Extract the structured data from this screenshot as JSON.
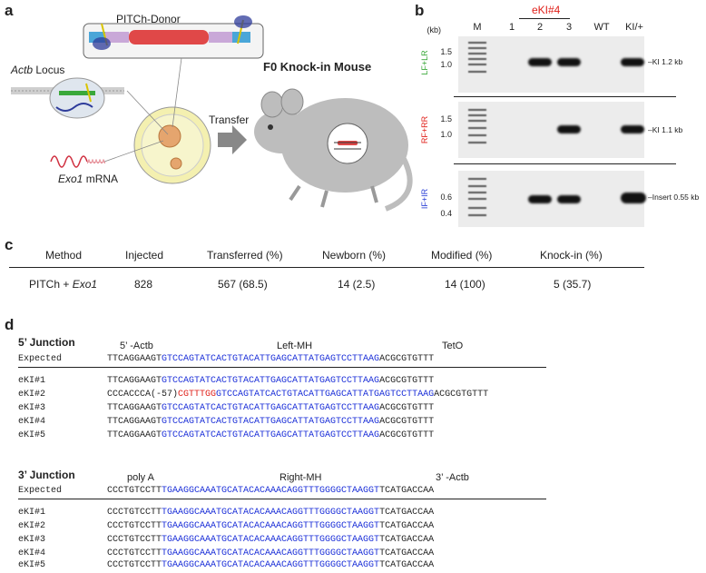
{
  "panels": {
    "a": "a",
    "b": "b",
    "c": "c",
    "d": "d"
  },
  "panel_a": {
    "donor_label": "PITCh-Donor",
    "locus_label": "Actb Locus",
    "locus_italic": "Actb",
    "locus_rest": " Locus",
    "mrna_italic": "Exo1",
    "mrna_rest": " mRNA",
    "polya": "AAAAA",
    "transfer_label": "Transfer",
    "mouse_title": "F0 Knock-in Mouse"
  },
  "panel_b": {
    "header_top": "eKI#4",
    "lanes": [
      "M",
      "1",
      "2",
      "3",
      "WT",
      "KI/+"
    ],
    "kb_label": "(kb)",
    "rows": [
      {
        "label": "LF+LR",
        "color": "#3aa83a",
        "markers": [
          "1.5",
          "1.0"
        ],
        "annotation": "KI 1.2 kb"
      },
      {
        "label": "RF+RR",
        "color": "#e0201a",
        "markers": [
          "1.5",
          "1.0"
        ],
        "annotation": "KI 1.1 kb"
      },
      {
        "label": "IF+IR",
        "color": "#2a3fd6",
        "markers": [
          "0.6",
          "0.4"
        ],
        "annotation": "Insert 0.55 kb"
      }
    ]
  },
  "panel_c": {
    "headers": [
      "Method",
      "Injected",
      "Transferred (%)",
      "Newborn (%)",
      "Modified (%)",
      "Knock-in (%)"
    ],
    "method_prefix": "PITCh + ",
    "method_italic": "Exo1",
    "values": [
      "828",
      "567 (68.5)",
      "14 (2.5)",
      "14 (100)",
      "5 (35.7)"
    ]
  },
  "panel_d": {
    "j5": {
      "title": "5’ Junction",
      "labels": [
        "5’ -Actb",
        "Left-MH",
        "TetO"
      ],
      "expected": {
        "name": "Expected",
        "pre": "TTCAGGAAGT",
        "mh": "GTCCAGTATCACTGTACATTGAGCATTATGAGTCCTTAAG",
        "post": "ACGCGTGTTT"
      },
      "rows": [
        {
          "name": "eKI#1",
          "pre": "TTCAGGAAGT",
          "ins": "",
          "mh": "GTCCAGTATCACTGTACATTGAGCATTATGAGTCCTTAAG",
          "post": "ACGCGTGTTT"
        },
        {
          "name": "eKI#2",
          "pre": "CCCACCCA(-57)",
          "ins": "CGTTTGG",
          "mh": "GTCCAGTATCACTGTACATTGAGCATTATGAGTCCTTAAG",
          "post": "ACGCGTGTTT"
        },
        {
          "name": "eKI#3",
          "pre": "TTCAGGAAGT",
          "ins": "",
          "mh": "GTCCAGTATCACTGTACATTGAGCATTATGAGTCCTTAAG",
          "post": "ACGCGTGTTT"
        },
        {
          "name": "eKI#4",
          "pre": "TTCAGGAAGT",
          "ins": "",
          "mh": "GTCCAGTATCACTGTACATTGAGCATTATGAGTCCTTAAG",
          "post": "ACGCGTGTTT"
        },
        {
          "name": "eKI#5",
          "pre": "TTCAGGAAGT",
          "ins": "",
          "mh": "GTCCAGTATCACTGTACATTGAGCATTATGAGTCCTTAAG",
          "post": "ACGCGTGTTT"
        }
      ]
    },
    "j3": {
      "title": "3’ Junction",
      "labels": [
        "poly A",
        "Right-MH",
        "3’ -Actb"
      ],
      "expected": {
        "name": "Expected",
        "pre": "CCCTGTCCTT",
        "mh": "TGAAGGCAAATGCATACACAAACAGGTTTGGGGCTAAGGT",
        "post": "TCATGACCAA"
      },
      "rows": [
        {
          "name": "eKI#1",
          "pre": "CCCTGTCCTT",
          "mh": "TGAAGGCAAATGCATACACAAACAGGTTTGGGGCTAAGGT",
          "post": "TCATGACCAA"
        },
        {
          "name": "eKI#2",
          "pre": "CCCTGTCCTT",
          "mh": "TGAAGGCAAATGCATACACAAACAGGTTTGGGGCTAAGGT",
          "post": "TCATGACCAA"
        },
        {
          "name": "eKI#3",
          "pre": "CCCTGTCCTT",
          "mh": "TGAAGGCAAATGCATACACAAACAGGTTTGGGGCTAAGGT",
          "post": "TCATGACCAA"
        },
        {
          "name": "eKI#4",
          "pre": "CCCTGTCCTT",
          "mh": "TGAAGGCAAATGCATACACAAACAGGTTTGGGGCTAAGGT",
          "post": "TCATGACCAA"
        },
        {
          "name": "eKI#5",
          "pre": "CCCTGTCCTT",
          "mh": "TGAAGGCAAATGCATACACAAACAGGTTTGGGGCTAAGGT",
          "post": "TCATGACCAA"
        }
      ]
    }
  }
}
